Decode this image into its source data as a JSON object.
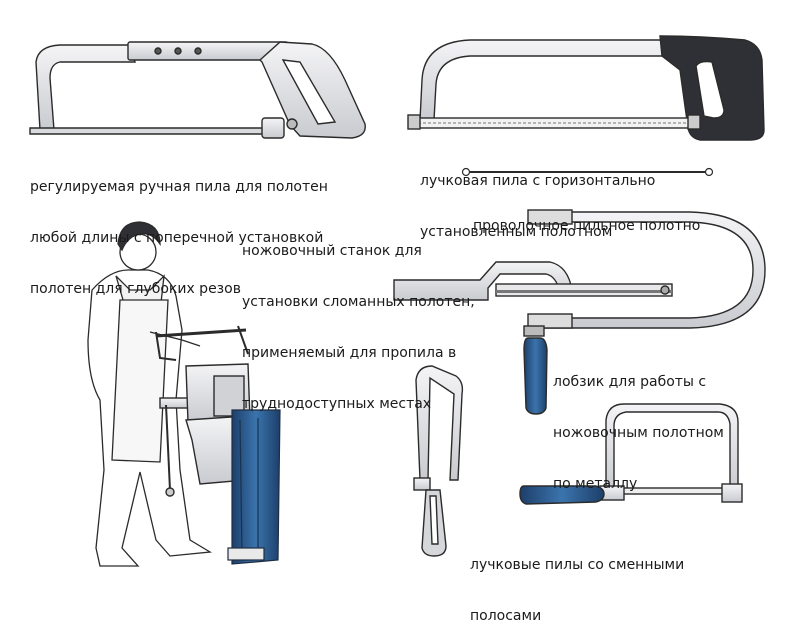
{
  "captions": {
    "adjustable_saw": [
      "регулируемая ручная пила для полотен",
      "любой длины с поперечной установкой",
      "полотен для глубоких резов"
    ],
    "bow_saw_horizontal": [
      "лучковая пила с горизонтально",
      "установленным полотном"
    ],
    "wire_blade": [
      "проволочное пильное полотно"
    ],
    "broken_blade_holder": [
      "ножовочный станок для",
      "установки сломанных полотен,",
      "применяемый для пропила в",
      "труднодоступных местах"
    ],
    "jigsaw": [
      "лобзик для работы с",
      "ножовочным полотном",
      "по металлу"
    ],
    "bow_saws_replaceable": [
      "лучковые пилы со сменными",
      "полосами"
    ]
  },
  "colors": {
    "metal_fill": "#e2e3e6",
    "metal_stroke": "#2b2b2b",
    "handle_dark": "#2f3035",
    "wood_blue": "#2b5a8c"
  }
}
